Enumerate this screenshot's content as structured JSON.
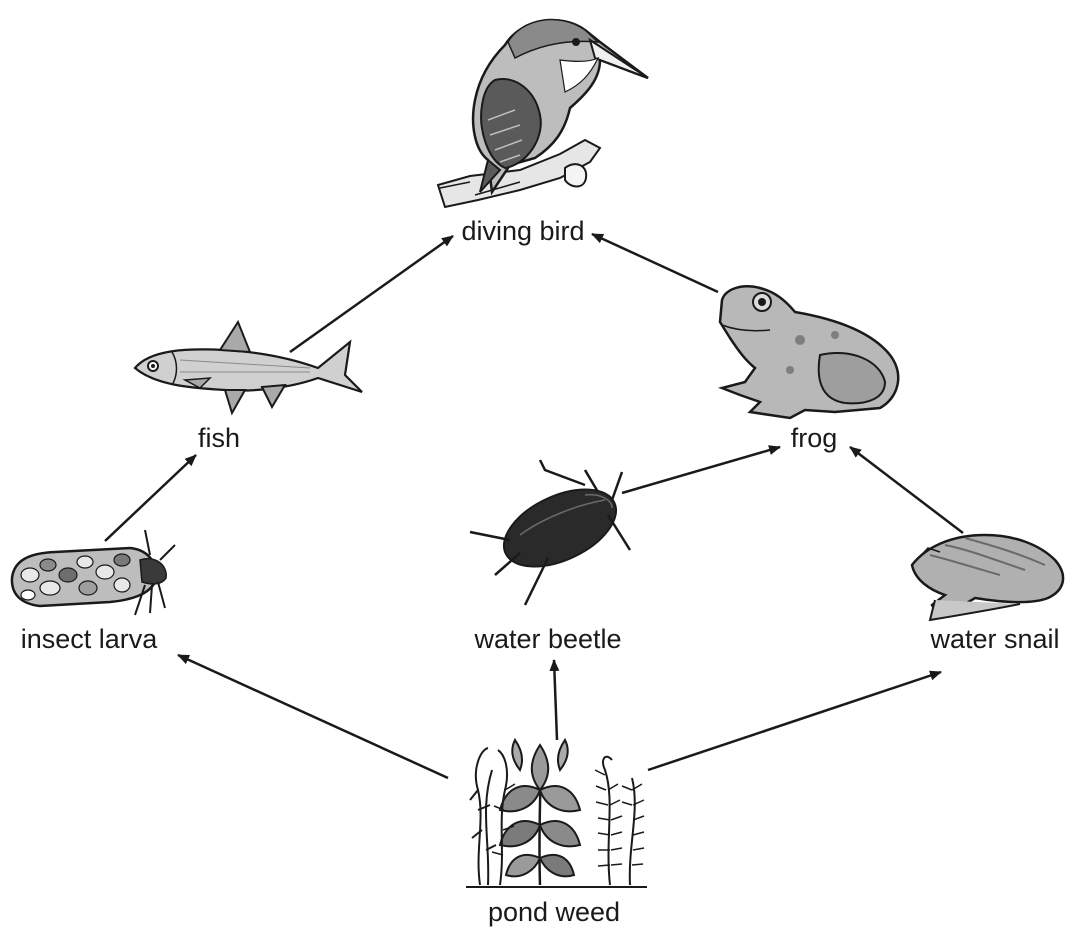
{
  "organisms": {
    "diving_bird": "diving bird",
    "fish": "fish",
    "frog": "frog",
    "insect_larva": "insect larva",
    "water_beetle": "water beetle",
    "water_snail": "water snail",
    "pond_weed": "pond weed"
  },
  "links": [
    {
      "from": "pond weed",
      "to": "insect larva"
    },
    {
      "from": "pond weed",
      "to": "water beetle"
    },
    {
      "from": "pond weed",
      "to": "water snail"
    },
    {
      "from": "insect larva",
      "to": "fish"
    },
    {
      "from": "water beetle",
      "to": "frog"
    },
    {
      "from": "water snail",
      "to": "frog"
    },
    {
      "from": "fish",
      "to": "diving bird"
    },
    {
      "from": "frog",
      "to": "diving bird"
    }
  ],
  "colors": {
    "ink": "#1a1a1a",
    "light_grey": "#cfcfcf",
    "mid_grey": "#9a9a9a",
    "dark_grey": "#555555"
  },
  "icons": [
    "kingfisher-icon",
    "fish-icon",
    "frog-icon",
    "caddis-larva-icon",
    "water-beetle-icon",
    "water-snail-icon",
    "pond-weed-icon"
  ]
}
